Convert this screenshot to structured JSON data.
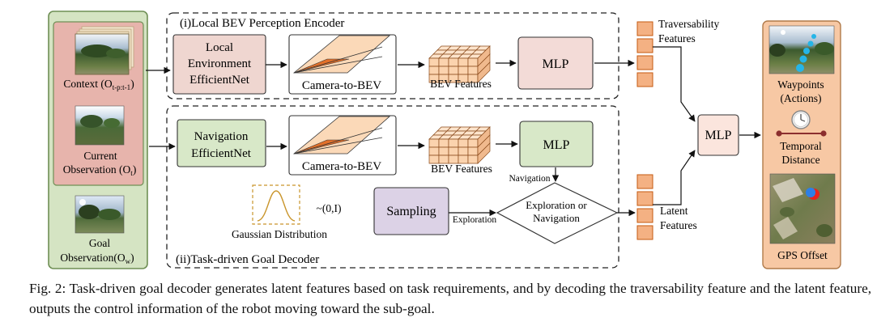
{
  "input_panel": {
    "context_label": "Context (O",
    "context_sub": "t-p:t-1",
    "context_close": ")",
    "current_line1": "Current",
    "current_line2": "Observation (O",
    "current_sub": "t",
    "current_close": ")",
    "goal_line1": "Goal",
    "goal_line2": "Observation(O",
    "goal_sub": "w",
    "goal_close": ")"
  },
  "encoder": {
    "title": "(i)Local BEV Perception Encoder",
    "efficientnet_line1": "Local",
    "efficientnet_line2": "Environment",
    "efficientnet_line3": "EfficientNet",
    "camera_to_bev": "Camera-to-BEV",
    "bev_features": "BEV Features",
    "mlp": "MLP"
  },
  "decoder": {
    "title": "(ii)Task-driven Goal Decoder",
    "efficientnet_line1": "Navigation",
    "efficientnet_line2": "EfficientNet",
    "camera_to_bev": "Camera-to-BEV",
    "bev_features": "BEV Features",
    "mlp": "MLP",
    "navigation_arrow_label": "Navigation",
    "gaussian_label": "Gaussian Distribution",
    "normal_label": "~(0,I)",
    "sampling": "Sampling",
    "exploration_arrow_label": "Exploration",
    "decision_line1": "Exploration or",
    "decision_line2": "Navigation"
  },
  "features": {
    "traversability_line1": "Traversability",
    "traversability_line2": "Features",
    "latent_line1": "Latent",
    "latent_line2": "Features"
  },
  "fusion": {
    "mlp": "MLP"
  },
  "outputs": {
    "waypoints_line1": "Waypoints",
    "waypoints_line2": "(Actions)",
    "temporal_line1": "Temporal",
    "temporal_line2": "Distance",
    "gps_offset": "GPS Offset"
  },
  "caption": "Fig. 2: Task-driven goal decoder generates latent features based on task requirements, and by decoding the traversability feature and the latent feature, outputs the control information of the robot moving toward the sub-goal.",
  "colors": {
    "input_panel_fill": "#d5e4c3",
    "input_panel_stroke": "#6f8f55",
    "context_fill": "#e7b4ac",
    "efficientnet_local_fill": "#efd6d0",
    "efficientnet_nav_fill": "#d8e8c8",
    "mlp_local_fill": "#f3dbd7",
    "mlp_nav_fill": "#d8e8c8",
    "sampling_fill": "#dcd2e6",
    "feature_cell_fill": "#f4b183",
    "feature_cell_stroke": "#c55a11",
    "output_panel_fill": "#f7c8a4",
    "output_panel_stroke": "#b07a4a",
    "gaussian_stroke": "#c9952b",
    "waypoint_dots": "#25b5e8",
    "timeline": "#8b2e2e"
  }
}
